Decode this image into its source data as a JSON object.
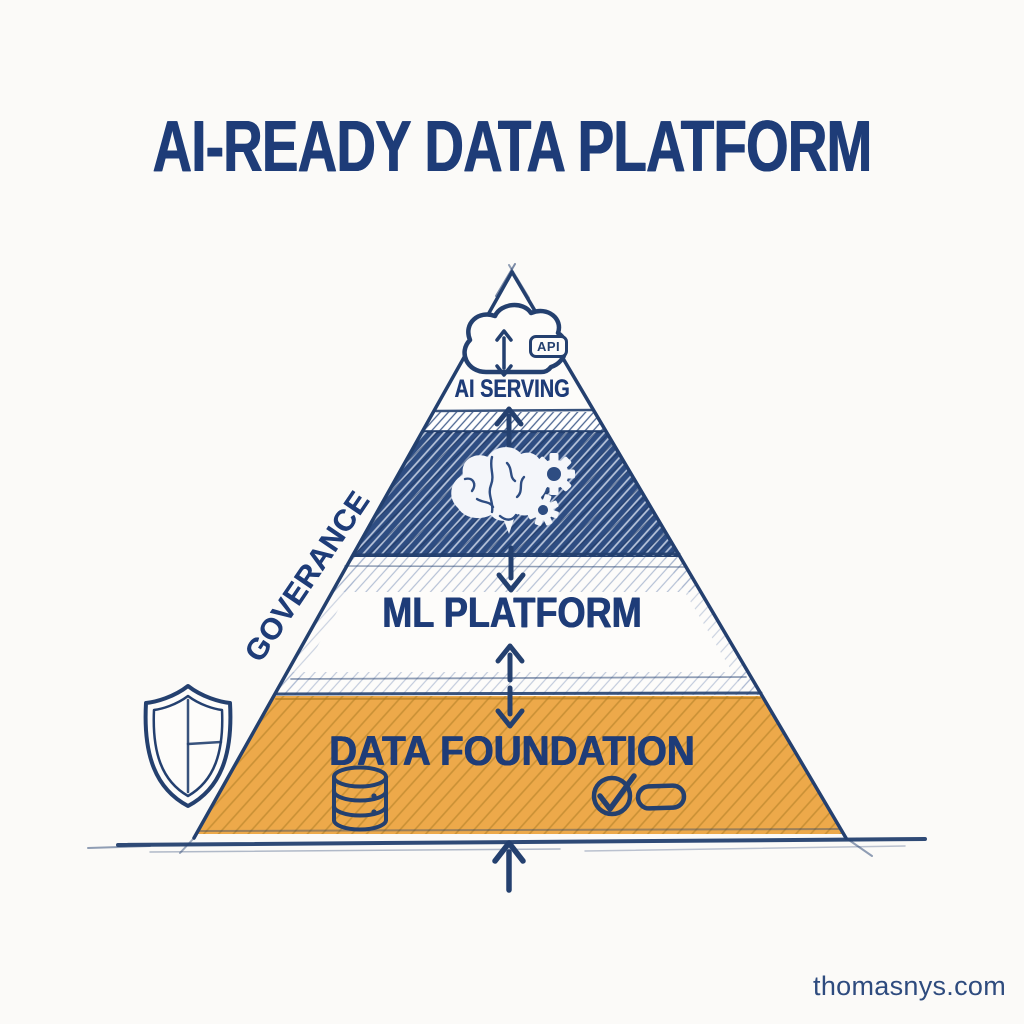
{
  "title": "AI-READY DATA PLATFORM",
  "pyramid": {
    "side_label": "GOVERANCE",
    "side_icon": "shield-icon",
    "layers": [
      {
        "id": "ai-serving",
        "label": "AI SERVING",
        "badge": "API",
        "icons": [
          "cloud-api-icon",
          "up-down-arrow-icon"
        ]
      },
      {
        "id": "ml-models-band",
        "label": "",
        "icons": [
          "brain-icon",
          "gear-large-icon",
          "gear-small-icon"
        ]
      },
      {
        "id": "ml-platform",
        "label": "ML PLATFORM",
        "icons": []
      },
      {
        "id": "data-foundation",
        "label": "DATA FOUNDATION",
        "icons": [
          "database-icon",
          "check-circle-icon",
          "pill-icon"
        ]
      }
    ],
    "flow_arrows": [
      "up",
      "down",
      "up",
      "down",
      "up"
    ]
  },
  "footer": {
    "website": "thomasnys.com"
  },
  "colors": {
    "ink_navy": "#24406f",
    "title_navy": "#1e3c78",
    "band_navy_fill": "#2e4d82",
    "band_orange_fill": "#eda94a",
    "background": "#fbfaf8"
  }
}
